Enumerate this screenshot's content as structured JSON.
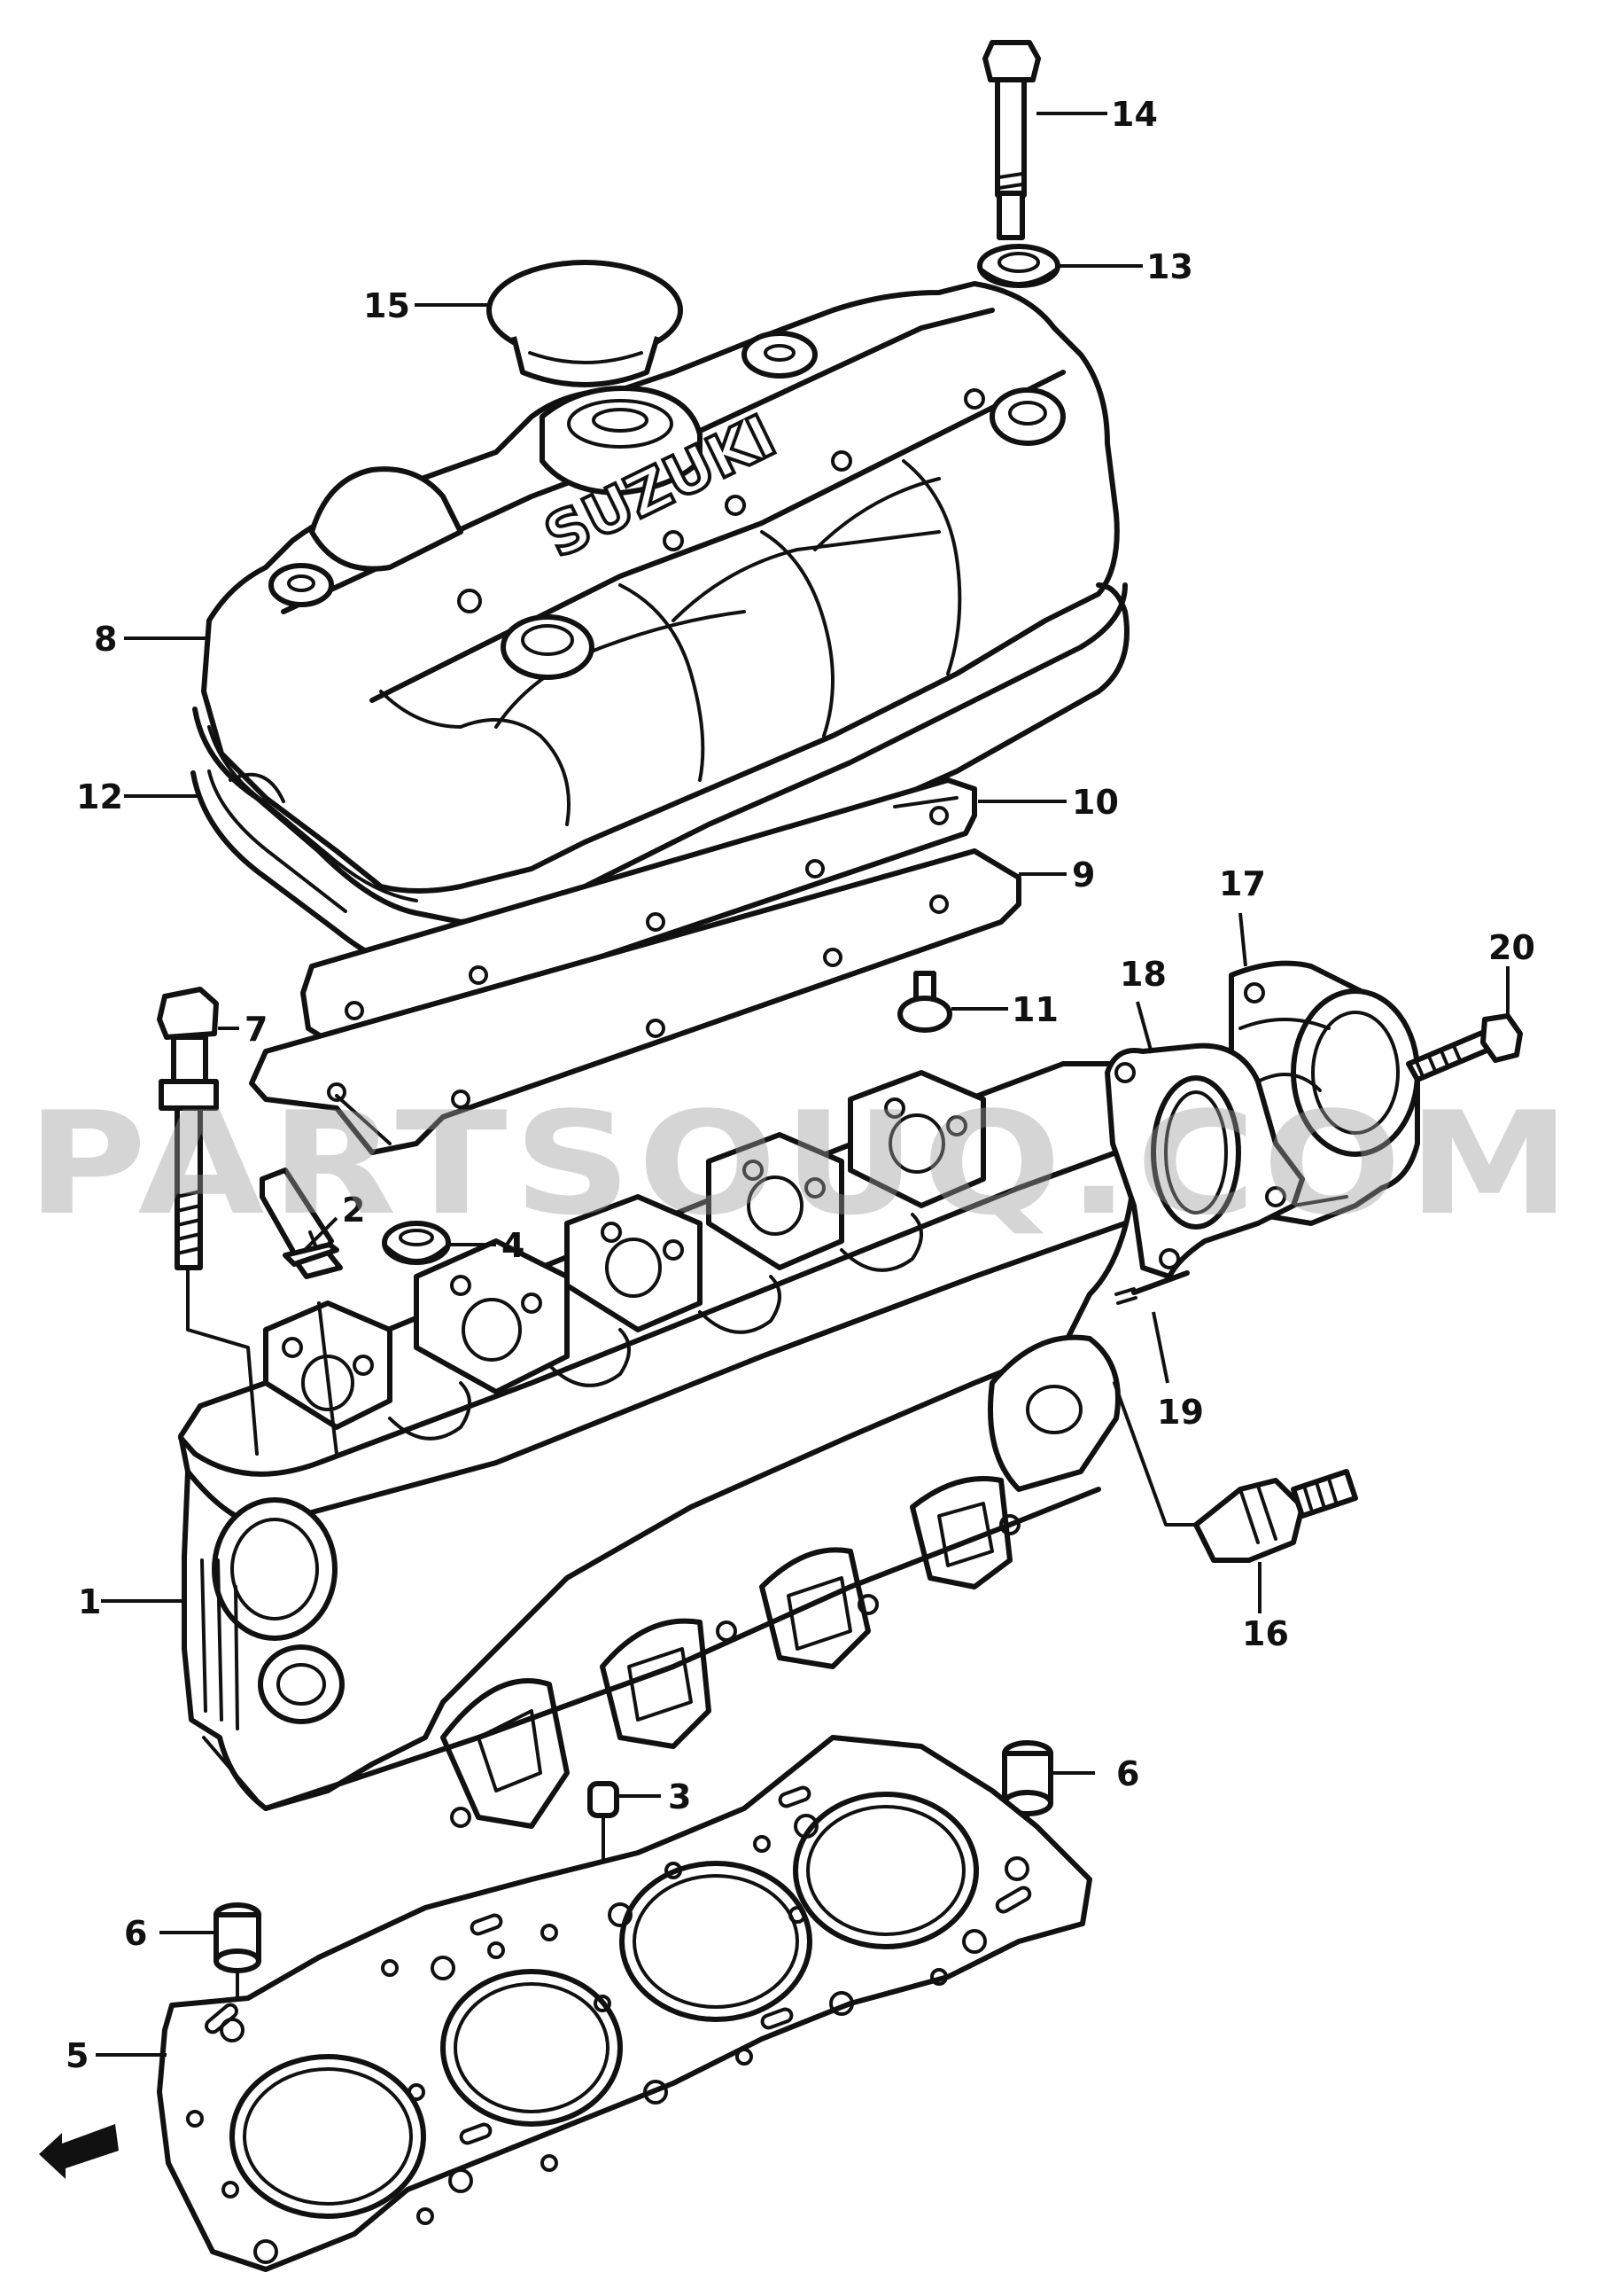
{
  "watermark": "PARTSOUQ.COM",
  "brand_text": "SUZUKI",
  "callouts": {
    "c1": "1",
    "c2": "2",
    "c3": "3",
    "c4": "4",
    "c5": "5",
    "c6a": "6",
    "c6b": "6",
    "c7": "7",
    "c8": "8",
    "c9": "9",
    "c10": "10",
    "c11": "11",
    "c12": "12",
    "c13": "13",
    "c14": "14",
    "c15": "15",
    "c16": "16",
    "c17": "17",
    "c18": "18",
    "c19": "19",
    "c20": "20"
  }
}
